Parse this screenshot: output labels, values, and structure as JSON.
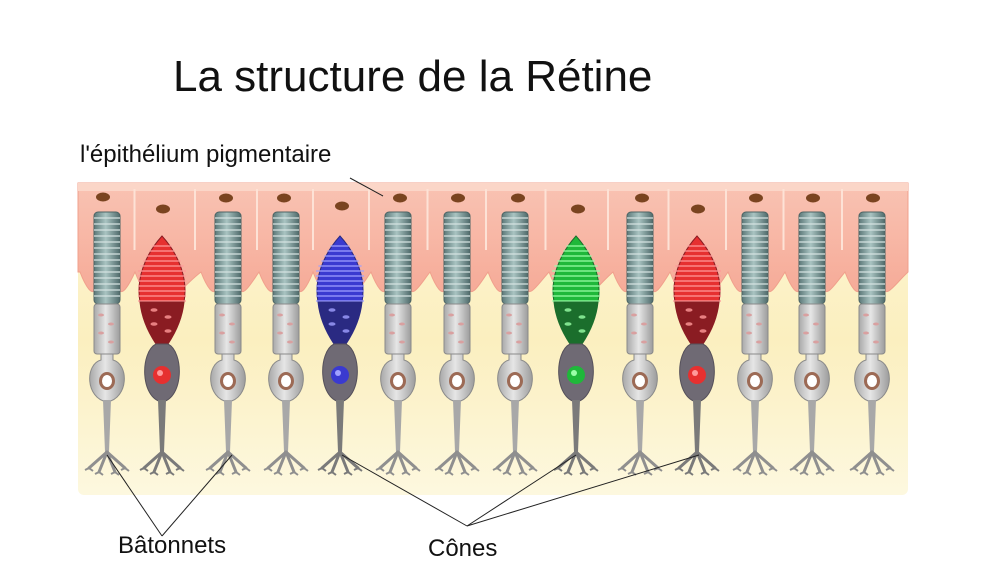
{
  "title": "La structure de la Rétine",
  "labels": {
    "epithelium": "l'épithélium  pigmentaire",
    "rods": "Bâtonnets",
    "cones": "Cônes"
  },
  "cells": [
    {
      "type": "rod"
    },
    {
      "type": "cone",
      "color": "red"
    },
    {
      "type": "rod"
    },
    {
      "type": "rod"
    },
    {
      "type": "cone",
      "color": "blue"
    },
    {
      "type": "rod"
    },
    {
      "type": "rod"
    },
    {
      "type": "rod"
    },
    {
      "type": "cone",
      "color": "green"
    },
    {
      "type": "rod"
    },
    {
      "type": "cone",
      "color": "red"
    },
    {
      "type": "rod"
    },
    {
      "type": "rod"
    },
    {
      "type": "rod"
    }
  ],
  "colors": {
    "epithelium": "#f7b7a6",
    "background": "#fcf0c4",
    "rod": "#c9c9c9",
    "rod_disc": "#6e8c8c",
    "red": "#e63030",
    "blue": "#3a3ad0",
    "green": "#1fb83a"
  }
}
